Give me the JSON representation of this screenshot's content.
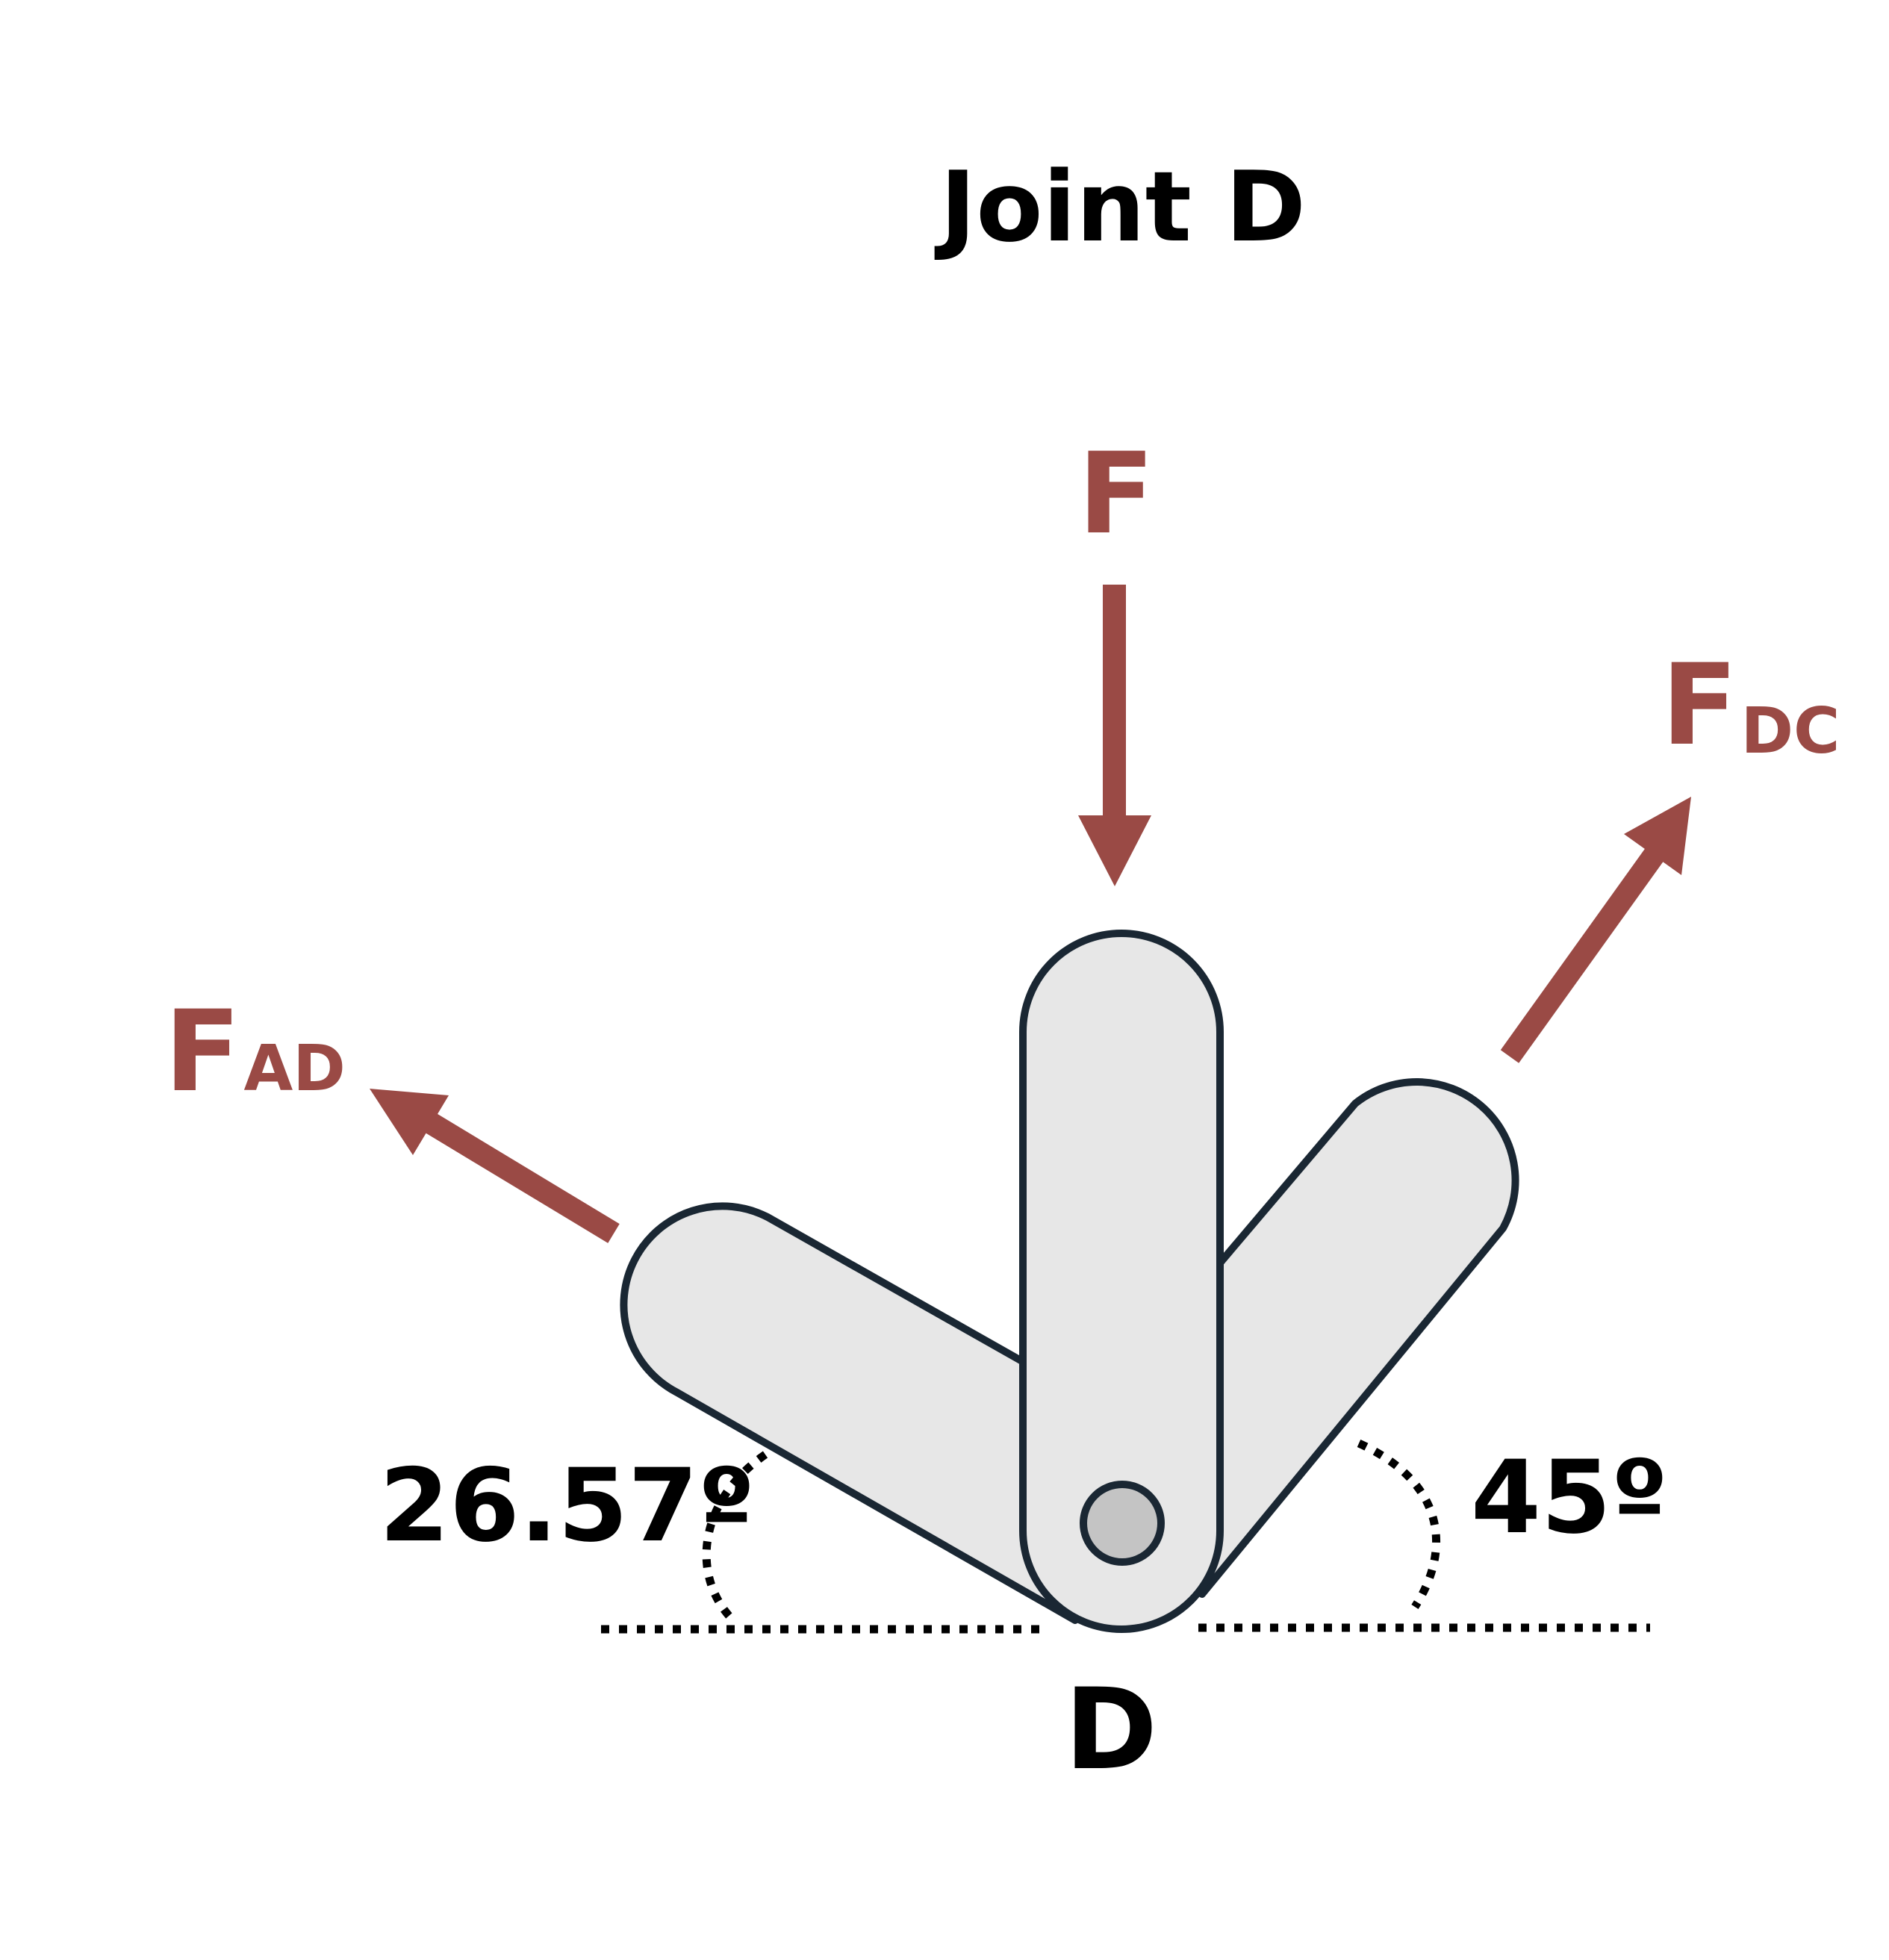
{
  "title": "Joint D",
  "joint_label": "D",
  "colors": {
    "force": "#9a4a45",
    "member_fill": "#e7e7e7",
    "member_stroke": "#1a2733",
    "pin_fill": "#c4c4c4",
    "text": "#000000"
  },
  "forces": {
    "applied": {
      "symbol": "F",
      "subscript": ""
    },
    "left_member": {
      "symbol": "F",
      "subscript": "AD"
    },
    "right_member": {
      "symbol": "F",
      "subscript": "DC"
    }
  },
  "angles": {
    "left": "26.57º",
    "right": "45º"
  }
}
